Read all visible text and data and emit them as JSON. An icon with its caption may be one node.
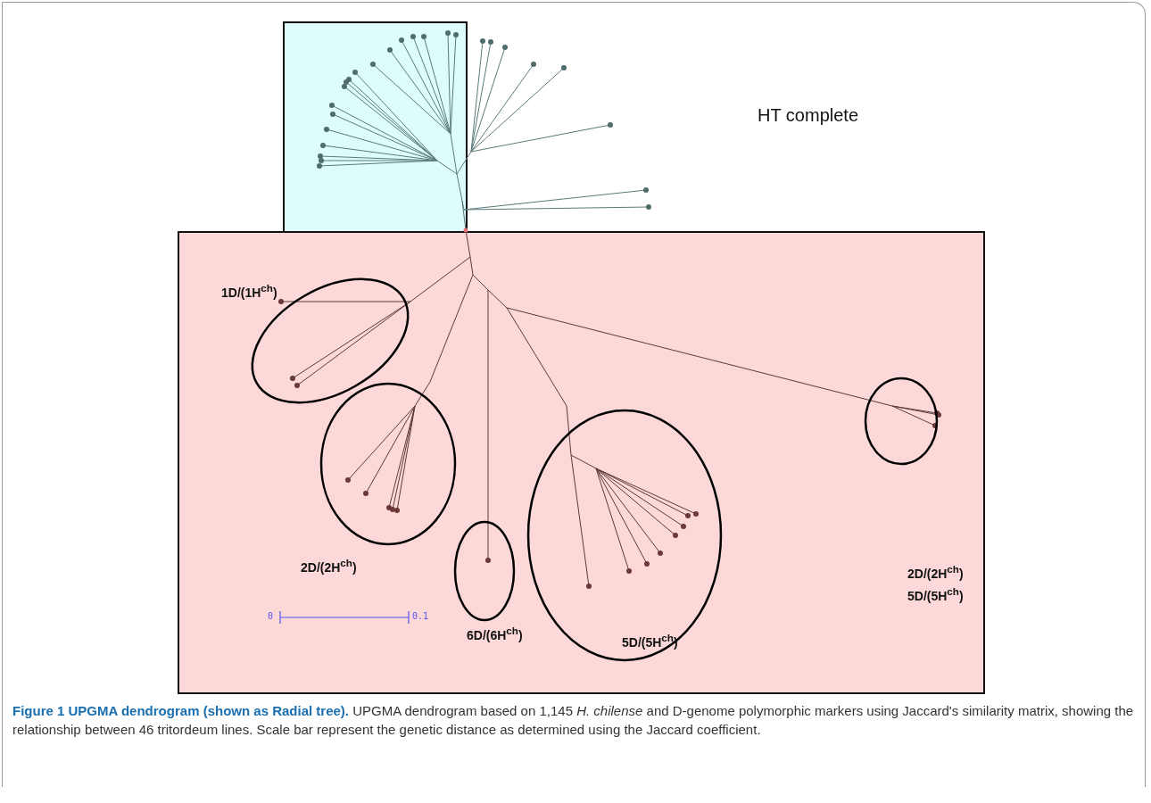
{
  "diagram": {
    "caption": "**Figure 1 UPGMA dendrogram (shown as Radial tree).** UPGMA dendrogram based on 1,145 *H. chilense* and D-genome polymorphic markers using Jaccard's similarity matrix, showing the relationship between 46 tritordeum lines. Scale bar represent the genetic distance as determined using the Jaccard coefficient.",
    "labels": [
      "HT complete",
      "1D/(1H$^{ch}$)",
      "2D/(2H$^{ch}$)",
      "2D/(2H$^{ch}$) 5D/(5H$^{ch}$)",
      "6D/(6H$^{ch}$)",
      "0",
      "0.1",
      "5D/(5H$^{ch}$)"
    ]
  }
}
